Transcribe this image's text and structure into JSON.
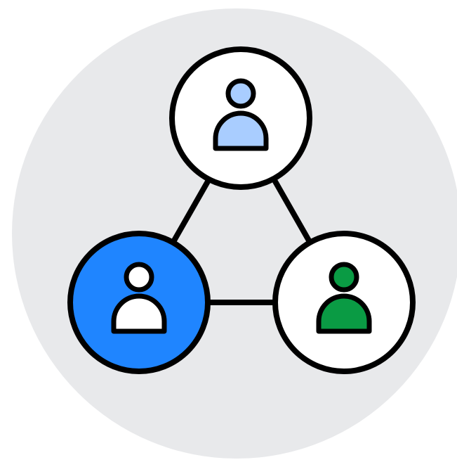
{
  "illustration": {
    "icon": "people-network-icon",
    "colors": {
      "background_disc": "#e8e9eb",
      "outline": "#000000",
      "node_fill_white": "#ffffff",
      "node_fill_blue": "#1f85ff",
      "person_light_blue": "#a9cdff",
      "person_white": "#ffffff",
      "person_green": "#0a9b44"
    },
    "nodes": [
      {
        "name": "top-person-node",
        "icon": "person-icon"
      },
      {
        "name": "left-person-node",
        "icon": "person-icon"
      },
      {
        "name": "right-person-node",
        "icon": "person-icon"
      }
    ]
  }
}
